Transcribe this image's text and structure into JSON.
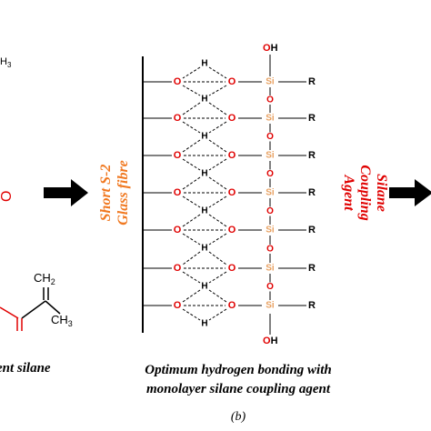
{
  "left_partial": {
    "formula_fragment": "H",
    "formula_sub": "3",
    "label_fragment": "ent silane",
    "red_glyph": "O",
    "ch2": "CH",
    "ch2_sub": "2",
    "ch3": "CH",
    "ch3_sub": "3"
  },
  "glass_label": {
    "line1": "Short S-2",
    "line2": "Glass fibre"
  },
  "coupling_label": {
    "line1": "Silane",
    "line2": "Coupling",
    "line3": "Agent"
  },
  "atoms": {
    "oxygen": "O",
    "hydrogen": "H",
    "silicon": "Si",
    "r_group": "R",
    "hydroxyl": "OH"
  },
  "caption": {
    "line1": "Optimum hydrogen bonding with",
    "line2": "monolayer silane coupling agent"
  },
  "panel_label": "(b)",
  "colors": {
    "oxygen": "#e00000",
    "silicon": "#e8a060",
    "label_orange": "#f07820",
    "label_red": "#e00000",
    "ink": "#000000"
  }
}
